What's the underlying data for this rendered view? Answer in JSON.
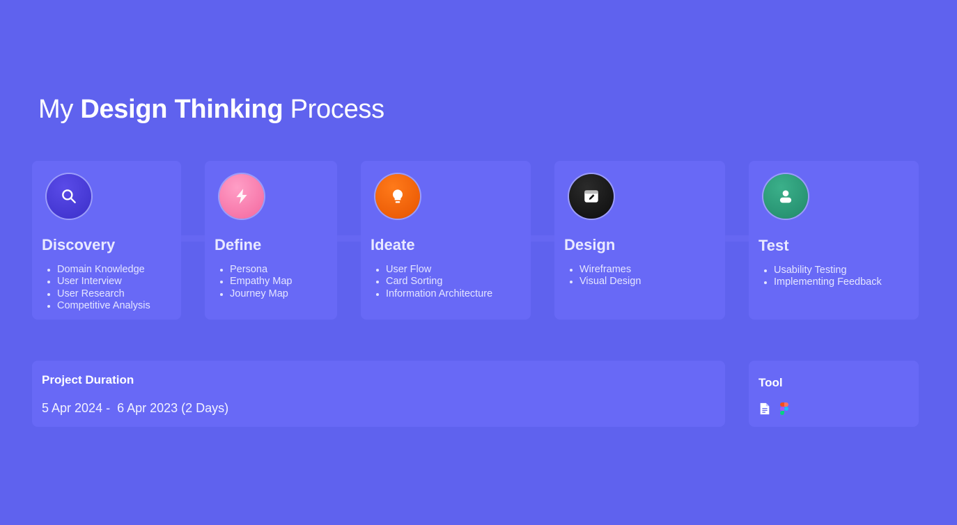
{
  "title": {
    "prefix": "My ",
    "emphasis": "Design Thinking",
    "suffix": " Process"
  },
  "stages": [
    {
      "title": "Discovery",
      "icon": "search-icon",
      "color": "#4A3EDB",
      "items": [
        "Domain Knowledge",
        "User Interview",
        "User Research",
        "Competitive Analysis"
      ]
    },
    {
      "title": "Define",
      "icon": "lightning-icon",
      "color": "#F47AAB",
      "items": [
        "Persona",
        "Empathy Map",
        "Journey Map"
      ]
    },
    {
      "title": "Ideate",
      "icon": "lightbulb-icon",
      "color": "#F26208",
      "items": [
        "User Flow",
        "Card Sorting",
        "Information Architecture"
      ]
    },
    {
      "title": "Design",
      "icon": "calendar-edit-icon",
      "color": "#1A1A1A",
      "items": [
        "Wireframes",
        "Visual Design"
      ]
    },
    {
      "title": "Test",
      "icon": "user-icon",
      "color": "#2A9A77",
      "items": [
        "Usability Testing",
        "Implementing Feedback"
      ]
    }
  ],
  "project_duration": {
    "label": "Project Duration",
    "value": "5 Apr 2024 -  6 Apr 2023 (2 Days)"
  },
  "tool": {
    "label": "Tool",
    "icons": [
      "google-docs-icon",
      "figma-icon"
    ]
  },
  "colors": {
    "background": "#5F62EE",
    "card": "#6869F6"
  }
}
